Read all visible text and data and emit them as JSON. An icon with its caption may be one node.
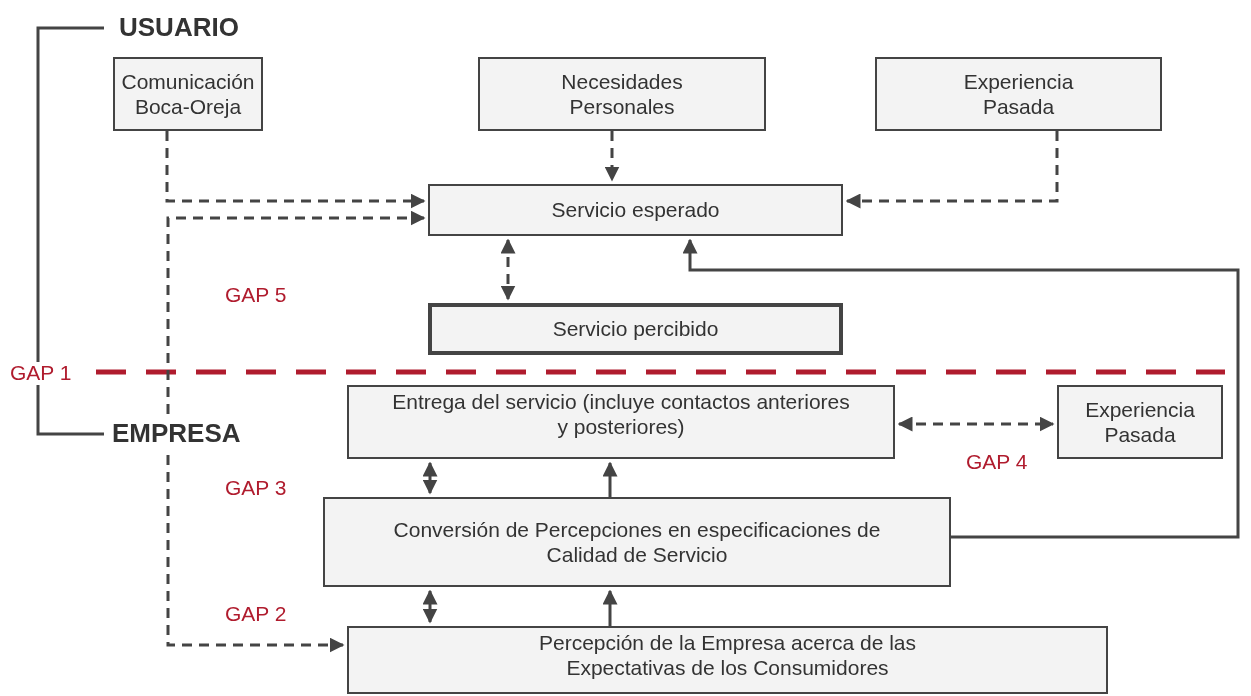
{
  "diagram": {
    "nodes": [
      {
        "text": [
          "Comunicación Boca-Oreja"
        ]
      },
      {
        "text": [
          "Necesidades Personales"
        ]
      },
      {
        "text": [
          "Experiencia Pasada"
        ]
      },
      {
        "text": [
          "Servicio esperado"
        ]
      },
      {
        "text": [
          "Servicio percibido"
        ]
      },
      {
        "text": [
          "Entrega del servicio (incluye contactos anteriores y posteriores)"
        ]
      },
      {
        "text": [
          "Experiencia Pasada"
        ]
      },
      {
        "text": [
          "Conversión de Percepciones en especificaciones de Calidad de Servicio"
        ]
      },
      {
        "text": [
          "Percepción de la Empresa acerca de las Expectativas de los Consumidores"
        ]
      }
    ],
    "edges": [
      {
        "from": 0,
        "to": 3,
        "arrow": "to",
        "style": "dashed"
      },
      {
        "from": 3,
        "to": 8,
        "arrow": "both",
        "style": "dashed"
      },
      {
        "from": 1,
        "to": 3,
        "arrow": "to",
        "style": "dashed"
      },
      {
        "from": 2,
        "to": 3,
        "arrow": "to",
        "style": "dashed"
      },
      {
        "from": 3,
        "to": 4,
        "arrow": "both",
        "style": "dashed"
      },
      {
        "from": 5,
        "to": 6,
        "arrow": "both",
        "style": "dashed"
      },
      {
        "from": 5,
        "to": 7,
        "arrow": "both"
      },
      {
        "from": 7,
        "to": 5,
        "arrow": "to"
      },
      {
        "from": 7,
        "to": 8,
        "arrow": "both"
      },
      {
        "from": 8,
        "to": 7,
        "arrow": "to"
      },
      {
        "from": 7,
        "to": 3,
        "arrow": "to"
      }
    ],
    "labels": [
      "USUARIO",
      "GAP 5",
      "GAP 1",
      "EMPRESA",
      "GAP 4",
      "GAP 3",
      "GAP 2"
    ]
  }
}
